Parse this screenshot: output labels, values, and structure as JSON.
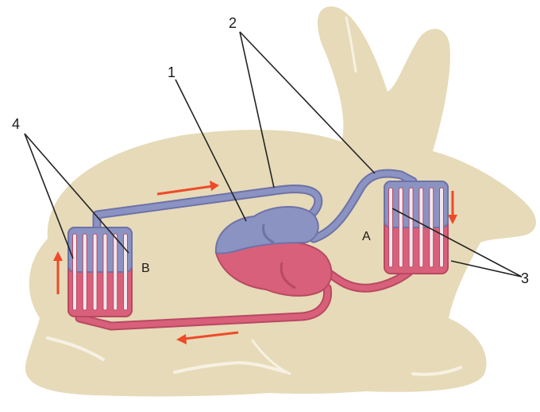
{
  "labels": {
    "one": "1",
    "two": "2",
    "three": "3",
    "four": "4",
    "letter_a": "A",
    "letter_b": "B"
  },
  "colors": {
    "body": "#e6dab8",
    "body_highlight": "#f6f1e3",
    "venous": "#8b93c2",
    "venous_dark": "#6e72a8",
    "arterial": "#d9607a",
    "arterial_dark": "#b84962",
    "arrow": "#ee4a28",
    "leader": "#222222"
  }
}
